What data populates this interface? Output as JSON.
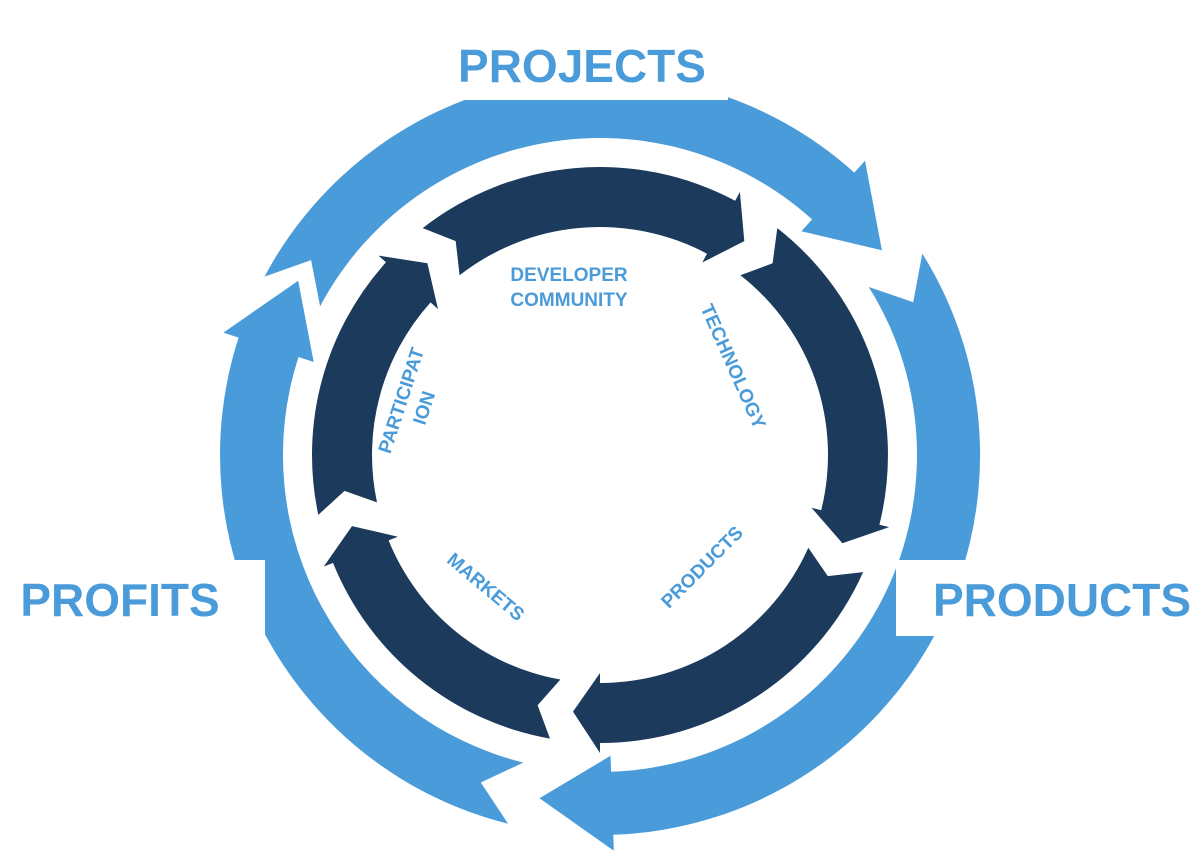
{
  "colors": {
    "outer_ring": "#4A9BD9",
    "inner_ring": "#1B3A5C",
    "label_text": "#4A9BD9",
    "background": "#FFFFFF"
  },
  "outer_cycle": {
    "labels": {
      "projects": "PROJECTS",
      "products": "PRODUCTS",
      "profits": "PROFITS"
    }
  },
  "inner_cycle": {
    "labels": {
      "developer_community_line1": "DEVELOPER",
      "developer_community_line2": "COMMUNITY",
      "technology": "TECHNOLOGY",
      "products": "PRODUCTS",
      "markets": "MARKETS",
      "participation_line1": "PARTICIPAT",
      "participation_line2": "ION"
    }
  }
}
